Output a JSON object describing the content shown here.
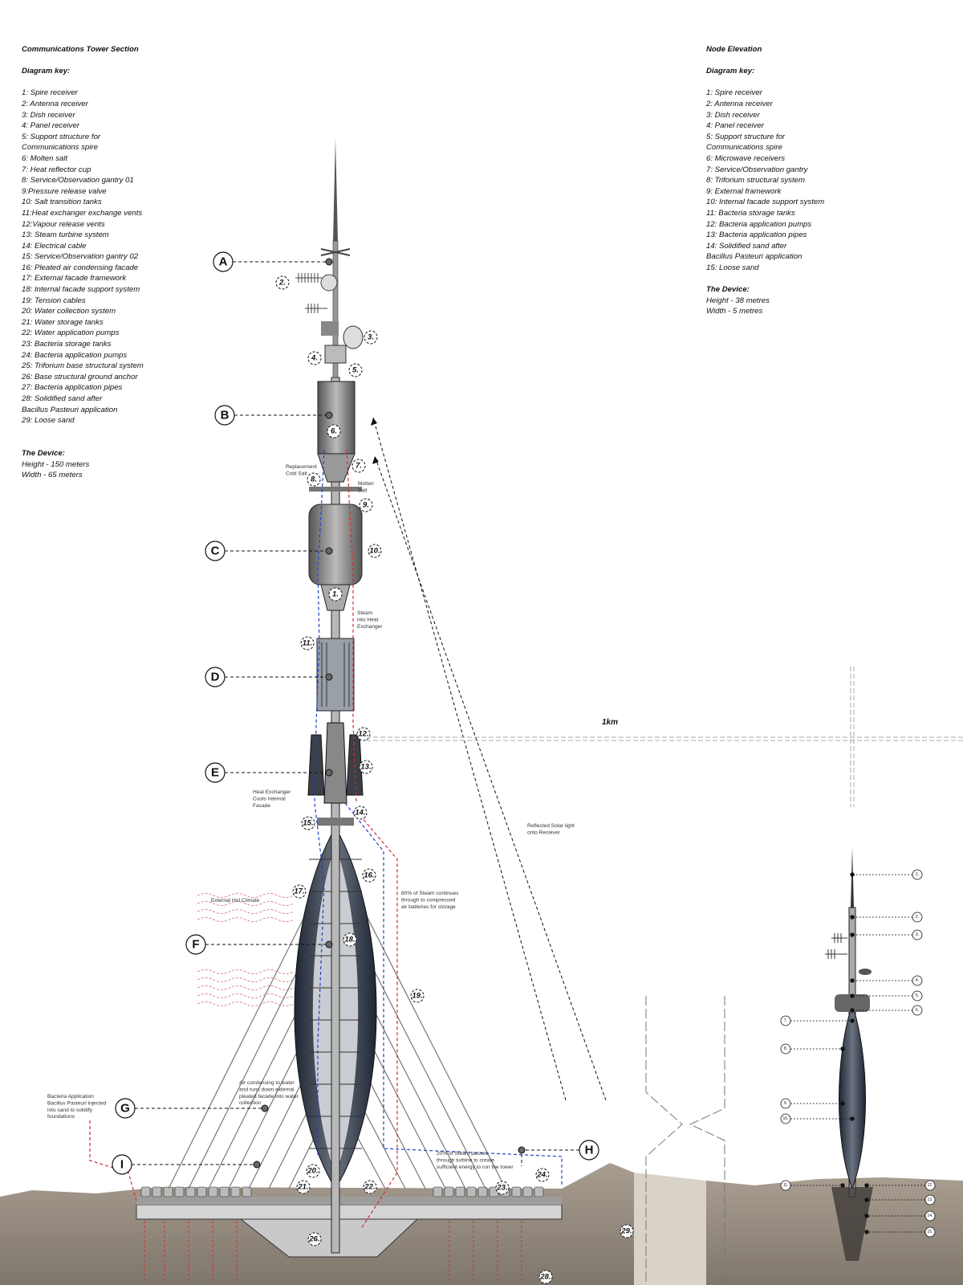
{
  "left_key": {
    "title": "Communications Tower Section",
    "key_heading": "Diagram key:",
    "items": [
      "1: Spire receiver",
      "2: Antenna receiver",
      "3: Dish receiver",
      "4: Panel receiver",
      "5: Support structure for",
      "Communications spire",
      "6: Molten salt",
      "7: Heat reflector cup",
      "8: Service/Observation gantry 01",
      "9:Pressure release valve",
      "10: Salt transition tanks",
      "11:Heat exchanger exchange vents",
      "12:Vapour release vents",
      "13: Steam turbine system",
      "14: Electrical cable",
      "15: Service/Observation gantry 02",
      "16: Pleated air condensing facade",
      "17: External facade framework",
      "18: Internal facade support system",
      "19: Tension cables",
      "20: Water collection system",
      "21: Water storage tanks",
      "22: Water application pumps",
      "23: Bacteria storage tanks",
      "24: Bacteria application pumps",
      "25: Triforium base structural system",
      "26: Base structural ground anchor",
      "27: Bacteria application pipes",
      "28: Solidified sand after",
      "Bacillus Pasteuri application",
      "29: Loose sand"
    ],
    "device_heading": "The Device:",
    "device_lines": [
      "Height - 150 meters",
      "Width - 65 meters"
    ]
  },
  "right_key": {
    "title": "Node Elevation",
    "key_heading": "Diagram key:",
    "items": [
      "1: Spire receiver",
      "2: Antenna receiver",
      "3: Dish receiver",
      "4: Panel receiver",
      "5: Support structure for",
      "Communications spire",
      "6: Microwave receivers",
      "7: Service/Observation gantry",
      "8: Triforium structural system",
      "9: External framework",
      "10: Internal facade support system",
      "11: Bacteria storage tanks",
      "12: Bacteria application pumps",
      "13: Bacteria application pipes",
      "14: Solidified sand after",
      "Bacillus Pasteuri application",
      "15: Loose sand"
    ],
    "device_heading": "The Device:",
    "device_lines": [
      "Height - 38 metres",
      "Width - 5 metres"
    ]
  },
  "section_letters": [
    "A",
    "B",
    "C",
    "D",
    "E",
    "F",
    "G",
    "H",
    "I"
  ],
  "number_tags": [
    "1",
    "2",
    "3",
    "4",
    "5",
    "6",
    "7",
    "8",
    "9",
    "10",
    "11",
    "12",
    "13",
    "14",
    "15",
    "16",
    "17",
    "18",
    "19",
    "20",
    "21",
    "22",
    "23",
    "24",
    "26",
    "28",
    "29"
  ],
  "annotations": {
    "replacement_cold_salt": [
      "Replacement",
      "Cold Salt"
    ],
    "molten_salt": [
      "Molten",
      "Salt"
    ],
    "steam_into_heat_exchanger": [
      "Steam",
      "into Heat",
      "Exchanger"
    ],
    "heat_exchanger_cools": [
      "Heat Exchanger",
      "Cools Internal",
      "Facade"
    ],
    "reflected_solar": [
      "Reflected Solar light",
      "onto Receiver"
    ],
    "steam_80": [
      "80% of Steam continues",
      "through to compressed",
      "air batteries for storage"
    ],
    "external_hot_climate": [
      "External Hot Climate"
    ],
    "bacteria_application": [
      "Bacteria Application",
      "Bacillus Pasteuri injected",
      "into sand to solidify",
      "foundations"
    ],
    "air_condensing": [
      "Air condensing to water",
      "and runs down external",
      "pleated facade into water",
      "collection"
    ],
    "steam_20": [
      "20% of Steam passes",
      "through turbine to create",
      "sufficient energy to run the tower"
    ]
  },
  "distance_label": "1km",
  "node_tags": [
    "1",
    "2",
    "3",
    "4",
    "5",
    "6",
    "7",
    "8",
    "9",
    "10",
    "11",
    "12",
    "13",
    "14",
    "15"
  ],
  "colors": {
    "ink": "#111111",
    "hot": "#d42a2a",
    "cold": "#2540c8",
    "ground": "#9a8f83",
    "metal": "#8a8a8a"
  }
}
